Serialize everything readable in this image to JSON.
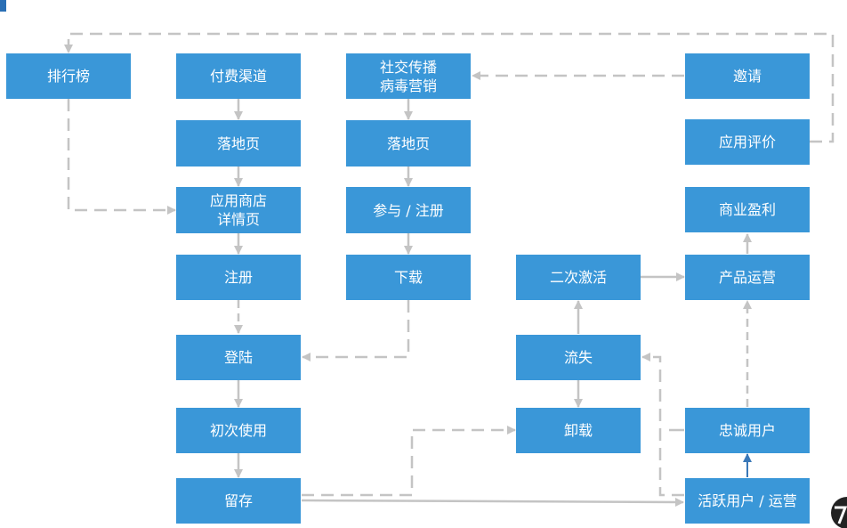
{
  "nodes": {
    "ranking": "排行榜",
    "paid_channel": "付费渠道",
    "landing_page_paid": "落地页",
    "app_store_detail": "应用商店\n详情页",
    "register_left": "注册",
    "login": "登陆",
    "first_use": "初次使用",
    "retention": "留存",
    "social_viral": "社交传播\n病毒营销",
    "landing_page_social": "落地页",
    "join_register": "参与 / 注册",
    "download": "下载",
    "invite": "邀请",
    "app_review": "应用评价",
    "commercial_profit": "商业盈利",
    "product_operation": "产品运营",
    "reactivation": "二次激活",
    "churn": "流失",
    "uninstall": "卸载",
    "loyal_users": "忠诚用户",
    "active_users_ops": "活跃用户 / 运营"
  },
  "colors": {
    "node_fill": "#3a97d8",
    "node_text": "#ffffff",
    "arrow": "#c4c4c4",
    "active_to_loyal_arrow": "#3a78b8",
    "corner_accent": "#2a6fb5"
  }
}
